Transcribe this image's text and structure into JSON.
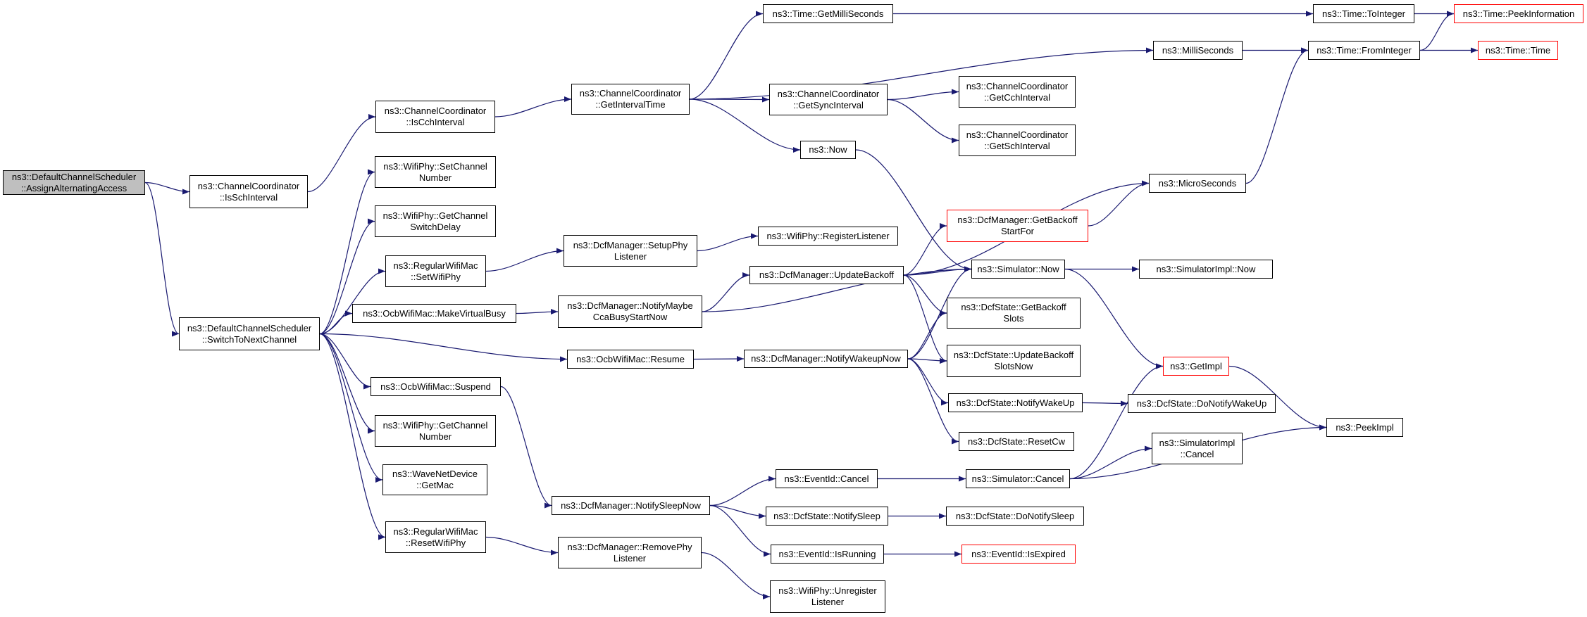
{
  "colors": {
    "edge": "#191970",
    "border": "#000000",
    "truncated": "#ff0000",
    "root_fill": "#bfbfbf"
  },
  "nodes": [
    {
      "id": "root",
      "lines": [
        "ns3::DefaultChannelScheduler",
        "::AssignAlternatingAccess"
      ],
      "style": "root"
    },
    {
      "id": "isSch",
      "lines": [
        "ns3::ChannelCoordinator",
        "::IsSchInterval"
      ]
    },
    {
      "id": "switchTo",
      "lines": [
        "ns3::DefaultChannelScheduler",
        "::SwitchToNextChannel"
      ]
    },
    {
      "id": "isCch",
      "lines": [
        "ns3::ChannelCoordinator",
        "::IsCchInterval"
      ]
    },
    {
      "id": "setChNum",
      "lines": [
        "ns3::WifiPhy::SetChannel",
        "Number"
      ]
    },
    {
      "id": "getChSw",
      "lines": [
        "ns3::WifiPhy::GetChannel",
        "SwitchDelay"
      ]
    },
    {
      "id": "setWifiPhy",
      "lines": [
        "ns3::RegularWifiMac",
        "::SetWifiPhy"
      ]
    },
    {
      "id": "makeBusy",
      "lines": [
        "ns3::OcbWifiMac::MakeVirtualBusy"
      ]
    },
    {
      "id": "suspend",
      "lines": [
        "ns3::OcbWifiMac::Suspend"
      ]
    },
    {
      "id": "getChNum",
      "lines": [
        "ns3::WifiPhy::GetChannel",
        "Number"
      ]
    },
    {
      "id": "getMac",
      "lines": [
        "ns3::WaveNetDevice",
        "::GetMac"
      ]
    },
    {
      "id": "resetWifiPhy",
      "lines": [
        "ns3::RegularWifiMac",
        "::ResetWifiPhy"
      ]
    },
    {
      "id": "getIntTime",
      "lines": [
        "ns3::ChannelCoordinator",
        "::GetIntervalTime"
      ]
    },
    {
      "id": "setupPhy",
      "lines": [
        "ns3::DcfManager::SetupPhy",
        "Listener"
      ]
    },
    {
      "id": "notifyMaybe",
      "lines": [
        "ns3::DcfManager::NotifyMaybe",
        "CcaBusyStartNow"
      ]
    },
    {
      "id": "resume",
      "lines": [
        "ns3::OcbWifiMac::Resume"
      ]
    },
    {
      "id": "notifySleepNow",
      "lines": [
        "ns3::DcfManager::NotifySleepNow"
      ]
    },
    {
      "id": "removePhy",
      "lines": [
        "ns3::DcfManager::RemovePhy",
        "Listener"
      ]
    },
    {
      "id": "getMilli",
      "lines": [
        "ns3::Time::GetMilliSeconds"
      ]
    },
    {
      "id": "getSync",
      "lines": [
        "ns3::ChannelCoordinator",
        "::GetSyncInterval"
      ]
    },
    {
      "id": "now",
      "lines": [
        "ns3::Now"
      ]
    },
    {
      "id": "regListener",
      "lines": [
        "ns3::WifiPhy::RegisterListener"
      ]
    },
    {
      "id": "updateBackoff",
      "lines": [
        "ns3::DcfManager::UpdateBackoff"
      ]
    },
    {
      "id": "notifyWakeupNow",
      "lines": [
        "ns3::DcfManager::NotifyWakeupNow"
      ]
    },
    {
      "id": "eventCancel",
      "lines": [
        "ns3::EventId::Cancel"
      ]
    },
    {
      "id": "dcfNotifySleep",
      "lines": [
        "ns3::DcfState::NotifySleep"
      ]
    },
    {
      "id": "isRunning",
      "lines": [
        "ns3::EventId::IsRunning"
      ]
    },
    {
      "id": "unregister",
      "lines": [
        "ns3::WifiPhy::Unregister",
        "Listener"
      ]
    },
    {
      "id": "getCch",
      "lines": [
        "ns3::ChannelCoordinator",
        "::GetCchInterval"
      ]
    },
    {
      "id": "getSch",
      "lines": [
        "ns3::ChannelCoordinator",
        "::GetSchInterval"
      ]
    },
    {
      "id": "getBackoffStart",
      "lines": [
        "ns3::DcfManager::GetBackoff",
        "StartFor"
      ],
      "style": "red"
    },
    {
      "id": "simNow",
      "lines": [
        "ns3::Simulator::Now"
      ]
    },
    {
      "id": "getBackoffSlots",
      "lines": [
        "ns3::DcfState::GetBackoff",
        "Slots"
      ]
    },
    {
      "id": "updateBackoffSlots",
      "lines": [
        "ns3::DcfState::UpdateBackoff",
        "SlotsNow"
      ]
    },
    {
      "id": "notifyWakeUp",
      "lines": [
        "ns3::DcfState::NotifyWakeUp"
      ]
    },
    {
      "id": "resetCw",
      "lines": [
        "ns3::DcfState::ResetCw"
      ]
    },
    {
      "id": "simCancel",
      "lines": [
        "ns3::Simulator::Cancel"
      ]
    },
    {
      "id": "doNotifySleep",
      "lines": [
        "ns3::DcfState::DoNotifySleep"
      ]
    },
    {
      "id": "isExpired",
      "lines": [
        "ns3::EventId::IsExpired"
      ],
      "style": "red"
    },
    {
      "id": "milliSeconds",
      "lines": [
        "ns3::MilliSeconds"
      ]
    },
    {
      "id": "microSeconds",
      "lines": [
        "ns3::MicroSeconds"
      ]
    },
    {
      "id": "simImplNow",
      "lines": [
        "ns3::SimulatorImpl::Now"
      ]
    },
    {
      "id": "getImpl",
      "lines": [
        "ns3::GetImpl"
      ],
      "style": "red"
    },
    {
      "id": "doNotifyWakeUp",
      "lines": [
        "ns3::DcfState::DoNotifyWakeUp"
      ]
    },
    {
      "id": "simImplCancel",
      "lines": [
        "ns3::SimulatorImpl",
        "::Cancel"
      ]
    },
    {
      "id": "toInteger",
      "lines": [
        "ns3::Time::ToInteger"
      ]
    },
    {
      "id": "fromInteger",
      "lines": [
        "ns3::Time::FromInteger"
      ]
    },
    {
      "id": "peekImpl",
      "lines": [
        "ns3::PeekImpl"
      ]
    },
    {
      "id": "peekInfo",
      "lines": [
        "ns3::Time::PeekInformation"
      ],
      "style": "red"
    },
    {
      "id": "timeTime",
      "lines": [
        "ns3::Time::Time"
      ],
      "style": "red"
    }
  ],
  "edges": [
    [
      "root",
      "isSch"
    ],
    [
      "root",
      "switchTo"
    ],
    [
      "isSch",
      "isCch"
    ],
    [
      "isCch",
      "getIntTime"
    ],
    [
      "switchTo",
      "setChNum"
    ],
    [
      "switchTo",
      "getChSw"
    ],
    [
      "switchTo",
      "setWifiPhy"
    ],
    [
      "switchTo",
      "makeBusy"
    ],
    [
      "switchTo",
      "resume"
    ],
    [
      "switchTo",
      "suspend"
    ],
    [
      "switchTo",
      "getChNum"
    ],
    [
      "switchTo",
      "getMac"
    ],
    [
      "switchTo",
      "resetWifiPhy"
    ],
    [
      "setWifiPhy",
      "setupPhy"
    ],
    [
      "makeBusy",
      "notifyMaybe"
    ],
    [
      "suspend",
      "notifySleepNow"
    ],
    [
      "resetWifiPhy",
      "removePhy"
    ],
    [
      "getIntTime",
      "getMilli"
    ],
    [
      "getIntTime",
      "milliSeconds"
    ],
    [
      "getIntTime",
      "getSync"
    ],
    [
      "getIntTime",
      "now"
    ],
    [
      "setupPhy",
      "regListener"
    ],
    [
      "notifyMaybe",
      "updateBackoff"
    ],
    [
      "notifyMaybe",
      "simNow"
    ],
    [
      "resume",
      "notifyWakeupNow"
    ],
    [
      "notifySleepNow",
      "eventCancel"
    ],
    [
      "notifySleepNow",
      "dcfNotifySleep"
    ],
    [
      "notifySleepNow",
      "isRunning"
    ],
    [
      "removePhy",
      "unregister"
    ],
    [
      "getMilli",
      "toInteger"
    ],
    [
      "getSync",
      "getCch"
    ],
    [
      "getSync",
      "getSch"
    ],
    [
      "now",
      "simNow"
    ],
    [
      "updateBackoff",
      "microSeconds"
    ],
    [
      "updateBackoff",
      "getBackoffStart"
    ],
    [
      "updateBackoff",
      "simNow"
    ],
    [
      "updateBackoff",
      "getBackoffSlots"
    ],
    [
      "updateBackoff",
      "updateBackoffSlots"
    ],
    [
      "notifyWakeupNow",
      "simNow"
    ],
    [
      "notifyWakeupNow",
      "getBackoffSlots"
    ],
    [
      "notifyWakeupNow",
      "updateBackoffSlots"
    ],
    [
      "notifyWakeupNow",
      "notifyWakeUp"
    ],
    [
      "notifyWakeupNow",
      "resetCw"
    ],
    [
      "eventCancel",
      "simCancel"
    ],
    [
      "dcfNotifySleep",
      "doNotifySleep"
    ],
    [
      "isRunning",
      "isExpired"
    ],
    [
      "getBackoffStart",
      "microSeconds"
    ],
    [
      "simNow",
      "simImplNow"
    ],
    [
      "simNow",
      "getImpl"
    ],
    [
      "notifyWakeUp",
      "doNotifyWakeUp"
    ],
    [
      "simCancel",
      "getImpl"
    ],
    [
      "simCancel",
      "simImplCancel"
    ],
    [
      "simCancel",
      "peekImpl"
    ],
    [
      "milliSeconds",
      "fromInteger"
    ],
    [
      "microSeconds",
      "fromInteger"
    ],
    [
      "getImpl",
      "peekImpl"
    ],
    [
      "toInteger",
      "peekInfo"
    ],
    [
      "fromInteger",
      "peekInfo"
    ],
    [
      "fromInteger",
      "timeTime"
    ]
  ]
}
